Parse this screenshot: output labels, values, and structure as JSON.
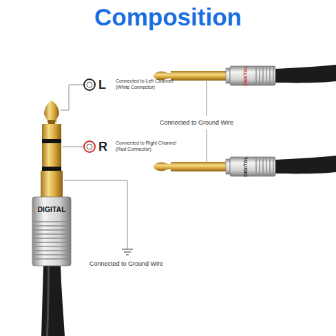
{
  "diagram": {
    "title": "Composition",
    "labels": [
      "L",
      "Connected to Left Channel (White Connector)",
      "R",
      "Connected to Right Channel (Red Connector)",
      "Connected to Ground Wire",
      "Connected to Ground Wire",
      "DIGITAL",
      "DIGITAL",
      "DIGITAL"
    ]
  }
}
